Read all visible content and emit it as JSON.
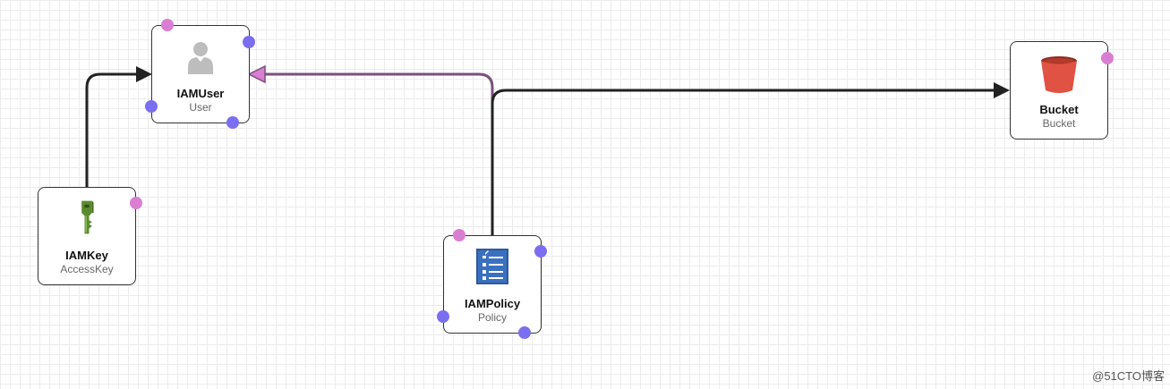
{
  "colors": {
    "edge_dark": "#222222",
    "edge_purple": "#7a4f7a",
    "arrow_pink": "#d97ed2",
    "port_pink": "#d97ed2",
    "port_blue": "#7b6ef0"
  },
  "nodes": {
    "iam_user": {
      "title": "IAMUser",
      "subtitle": "User",
      "icon": "user-icon"
    },
    "iam_key": {
      "title": "IAMKey",
      "subtitle": "AccessKey",
      "icon": "key-icon"
    },
    "iam_policy": {
      "title": "IAMPolicy",
      "subtitle": "Policy",
      "icon": "policy-document-icon"
    },
    "bucket": {
      "title": "Bucket",
      "subtitle": "Bucket",
      "icon": "s3-bucket-icon"
    }
  },
  "edges": [
    {
      "from": "IAMKey",
      "to": "IAMUser",
      "style": "dark"
    },
    {
      "from": "IAMPolicy",
      "to": "IAMUser",
      "style": "purple"
    },
    {
      "from": "IAMPolicy",
      "to": "Bucket",
      "style": "dark"
    }
  ],
  "watermark": "@51CTO博客"
}
